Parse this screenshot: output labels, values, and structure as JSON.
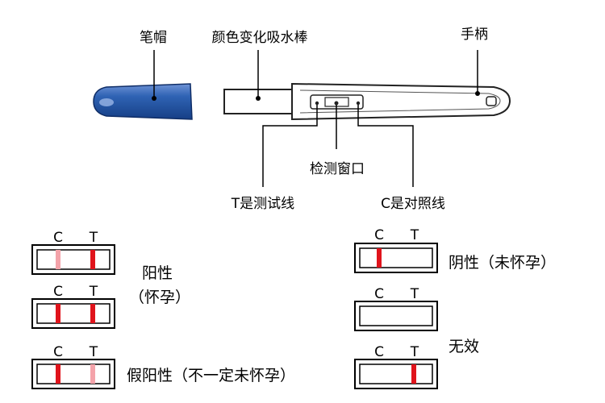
{
  "labels": {
    "cap": "笔帽",
    "wick": "颜色变化吸水棒",
    "handle": "手柄",
    "window": "检测窗口",
    "t_line": "T是测试线",
    "c_line": "C是对照线"
  },
  "strip_letters": {
    "c": "C",
    "t": "T"
  },
  "results": {
    "positive_line1": "阳性",
    "positive_line2": "（怀孕）",
    "false_positive": "假阳性（不一定未怀孕）",
    "negative": "阴性（未怀孕）",
    "invalid": "无效"
  },
  "colors": {
    "cap_blue": "#2a5aa8",
    "line_red": "#e0141c",
    "line_faint": "#f4a3aa"
  }
}
